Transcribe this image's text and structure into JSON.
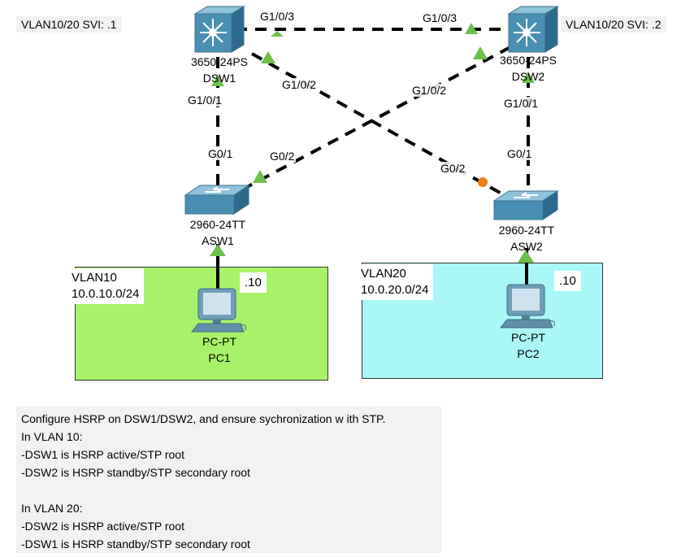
{
  "notes": {
    "dsw1_svi": "VLAN10/20 SVI: .1",
    "dsw2_svi": "VLAN10/20 SVI: .2"
  },
  "devices": {
    "dsw1": {
      "model": "3650-24PS",
      "name": "DSW1"
    },
    "dsw2": {
      "model": "3650-24PS",
      "name": "DSW2"
    },
    "asw1": {
      "model": "2960-24TT",
      "name": "ASW1"
    },
    "asw2": {
      "model": "2960-24TT",
      "name": "ASW2"
    },
    "pc1": {
      "model": "PC-PT",
      "name": "PC1",
      "ip": ".10"
    },
    "pc2": {
      "model": "PC-PT",
      "name": "PC2",
      "ip": ".10"
    }
  },
  "ports": {
    "dsw1_g103": "G1/0/3",
    "dsw2_g103": "G1/0/3",
    "dsw1_g102": "G1/0/2",
    "dsw2_g102": "G1/0/2",
    "dsw1_g101": "G1/0/1",
    "dsw2_g101": "G1/0/1",
    "asw1_g01": "G0/1",
    "asw1_g02": "G0/2",
    "asw2_g01": "G0/1",
    "asw2_g02": "G0/2"
  },
  "zones": {
    "vlan10": {
      "name": "VLAN10",
      "subnet": "10.0.10.0/24",
      "color": "#a6f36a"
    },
    "vlan20": {
      "name": "VLAN20",
      "subnet": "10.0.20.0/24",
      "color": "#a9f7f7"
    }
  },
  "task": {
    "lines": [
      "Configure HSRP on DSW1/DSW2, and ensure sychronization w ith STP.",
      "In VLAN 10:",
      "-DSW1 is HSRP active/STP root",
      "-DSW2 is HSRP standby/STP secondary root",
      "",
      "In VLAN 20:",
      "-DSW2 is HSRP active/STP root",
      "-DSW1 is HSRP standby/STP secondary root"
    ]
  },
  "colors": {
    "link_up": "#6bbf4b",
    "link_blocking": "#f07f1a",
    "switch_blue": "#4a8fb3"
  }
}
